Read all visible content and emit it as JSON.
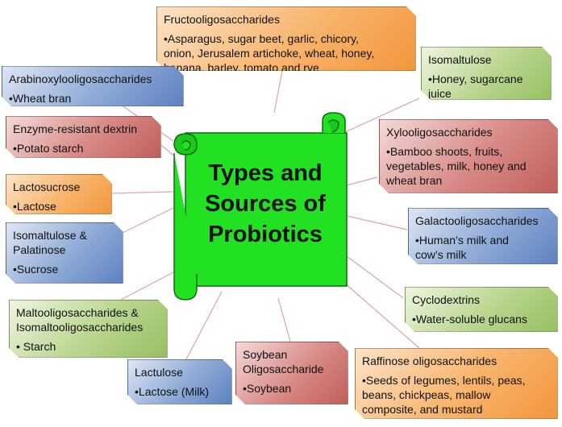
{
  "center_title": [
    "Types and",
    "Sources of",
    "Probiotics"
  ],
  "colors": {
    "scroll": "#22e022",
    "link": "#d9a6a6"
  },
  "cards": {
    "fructo": {
      "title": "Fructooligosaccharides",
      "items": [
        "•Asparagus, sugar beet, garlic, chicory,",
        "onion, Jerusalem artichoke, wheat, honey,",
        "banana, barley, tomato and rye"
      ]
    },
    "isomaltulose": {
      "title": "Isomaltulose",
      "items": [
        "•Honey, sugarcane",
        "juice"
      ]
    },
    "arabinoxylo": {
      "title": "Arabinoxylooligosaccharides",
      "items": [
        "•Wheat bran"
      ]
    },
    "enzyme": {
      "title": "Enzyme-resistant dextrin",
      "items": [
        "•Potato starch"
      ]
    },
    "xylo": {
      "title": "Xylooligosaccharides",
      "items": [
        "•Bamboo shoots, fruits,",
        "vegetables, milk, honey and",
        "wheat bran"
      ]
    },
    "lactosucrose": {
      "title": "Lactosucrose",
      "items": [
        "•Lactose"
      ]
    },
    "galacto": {
      "title": "Galactooligosaccharides",
      "items": [
        "•Human’s milk and",
        "cow’s milk"
      ]
    },
    "isopal": {
      "title": "Isomaltulose & Palatinose",
      "items": [
        "•Sucrose"
      ]
    },
    "cyclo": {
      "title": "Cyclodextrins",
      "items": [
        "•Water-soluble glucans"
      ]
    },
    "malto": {
      "title": "Maltooligosaccharides & Isomaltooligosaccharides",
      "items": [
        "• Starch"
      ]
    },
    "lactulose": {
      "title": "Lactulose",
      "items": [
        "•Lactose (Milk)"
      ]
    },
    "soybean": {
      "title": "Soybean Oligosaccharide",
      "items": [
        "•Soybean"
      ]
    },
    "raffinose": {
      "title": "Raffinose oligosaccharides",
      "items": [
        "•Seeds of legumes, lentils, peas,",
        "beans, chickpeas, mallow",
        "composite, and mustard"
      ]
    }
  }
}
